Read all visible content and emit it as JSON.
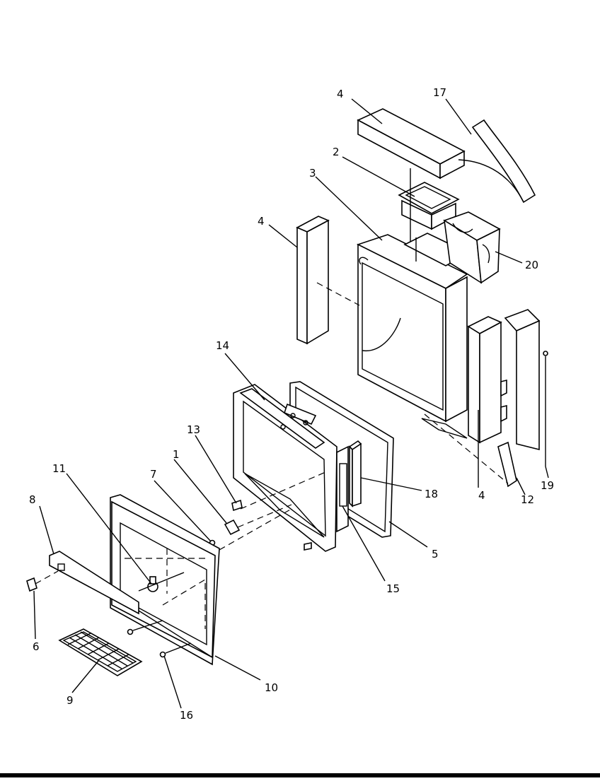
{
  "labels": {
    "p1": "1",
    "p2": "2",
    "p3": "3",
    "p4a": "4",
    "p4b": "4",
    "p4c": "4",
    "p5": "5",
    "p6": "6",
    "p7": "7",
    "p8": "8",
    "p9": "9",
    "p10": "10",
    "p11": "11",
    "p12": "12",
    "p13": "13",
    "p14": "14",
    "p15": "15",
    "p16": "16",
    "p17": "17",
    "p18": "18",
    "p19": "19",
    "p20": "20"
  }
}
